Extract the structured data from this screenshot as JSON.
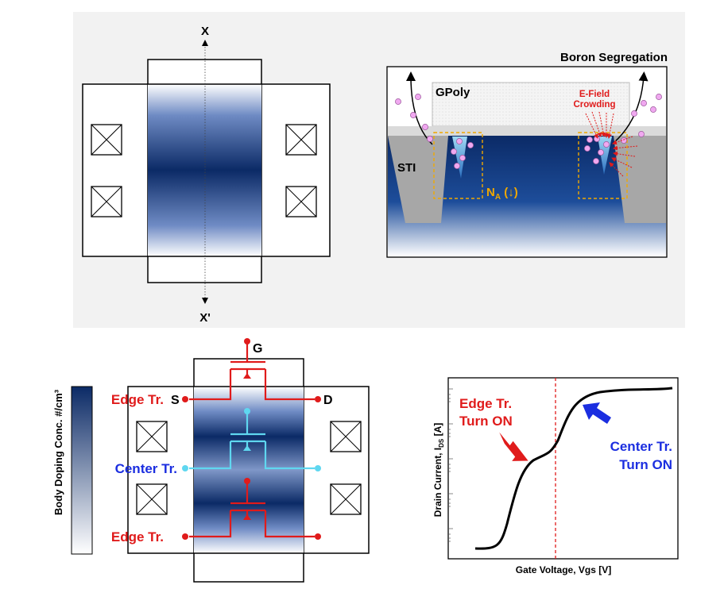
{
  "panel_a": {
    "axis_top": "X",
    "axis_bottom": "X'"
  },
  "panel_b": {
    "title": "Boron Segregation",
    "gpoly_label": "GPoly",
    "efield_line1": "E-Field",
    "efield_line2": "Crowding",
    "sti_label": "STI",
    "na_label": "N",
    "na_sub": "A",
    "na_suffix": " (↓)"
  },
  "panel_c": {
    "colorbar_label": "Body Doping Conc. #/cm³",
    "gate_label": "G",
    "source_label": "S",
    "drain_label": "D",
    "edge_top_label": "Edge Tr.",
    "center_label": "Center Tr.",
    "edge_bottom_label": "Edge Tr."
  },
  "panel_d": {
    "xlabel": "Gate Voltage, Vgs [V]",
    "ylabel_main": "Drain Current, I",
    "ylabel_sub": "DS",
    "ylabel_unit": " [A]",
    "edge_line1": "Edge Tr.",
    "edge_line2": "Turn ON",
    "center_line1": "Center Tr.",
    "center_line2": "Turn ON"
  },
  "colors": {
    "navy": "#0b2a66",
    "red": "#e01b1b",
    "cyan": "#5fd7f0",
    "orange": "#f0a800",
    "blue_text": "#1b2ee0",
    "sti_gray": "#a7a7a7",
    "boron_pink": "#f0a8f0"
  }
}
